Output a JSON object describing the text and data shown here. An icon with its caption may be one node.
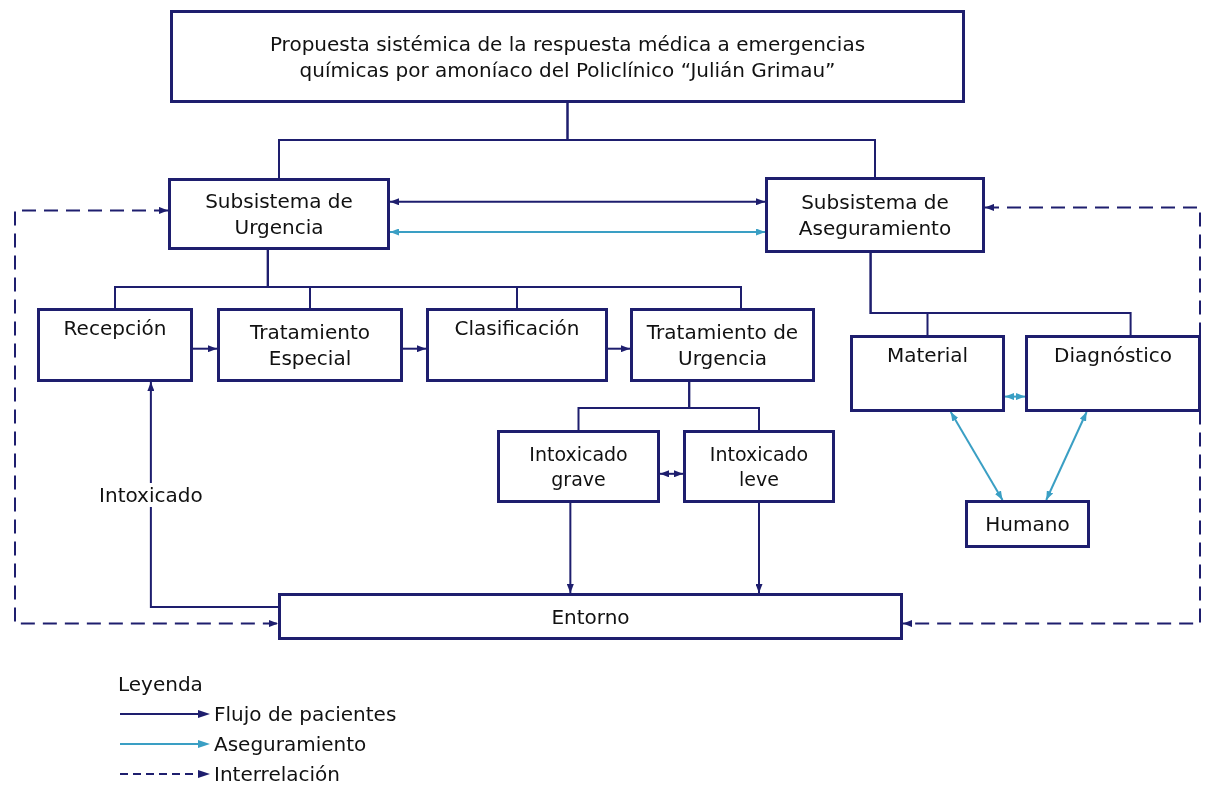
{
  "diagram": {
    "nodes": [
      {
        "text": [
          "Propuesta sistémica de la respuesta médica a emergencias químicas por amoníaco del Policlínico “Julián Grimau”"
        ]
      },
      {
        "text": [
          "Subsistema de Urgencia"
        ]
      },
      {
        "text": [
          "Subsistema de Aseguramiento"
        ]
      },
      {
        "text": [
          "Recepción"
        ]
      },
      {
        "text": [
          "Tratamiento Especial"
        ]
      },
      {
        "text": [
          "Clasificación"
        ]
      },
      {
        "text": [
          "Tratamiento de Urgencia"
        ]
      },
      {
        "text": [
          "Material"
        ]
      },
      {
        "text": [
          "Diagnóstico"
        ]
      },
      {
        "text": [
          "Intoxicado grave"
        ]
      },
      {
        "text": [
          "Intoxicado leve"
        ]
      },
      {
        "text": [
          "Humano"
        ]
      },
      {
        "text": [
          "Entorno"
        ]
      }
    ],
    "edges": [
      {
        "from": 0,
        "to": 1,
        "arrow": "none"
      },
      {
        "from": 0,
        "to": 2,
        "arrow": "none"
      },
      {
        "from": 1,
        "to": 3,
        "arrow": "none"
      },
      {
        "from": 1,
        "to": 4,
        "arrow": "none"
      },
      {
        "from": 1,
        "to": 5,
        "arrow": "none"
      },
      {
        "from": 1,
        "to": 6,
        "arrow": "none"
      },
      {
        "from": 6,
        "to": 9,
        "arrow": "none"
      },
      {
        "from": 6,
        "to": 10,
        "arrow": "none"
      },
      {
        "from": 2,
        "to": 7,
        "arrow": "none"
      },
      {
        "from": 2,
        "to": 8,
        "arrow": "none"
      },
      {
        "from": 1,
        "to": 2,
        "arrow": "both"
      },
      {
        "from": 1,
        "to": 2,
        "arrow": "both",
        "color": "#3a9fc4"
      },
      {
        "from": 3,
        "to": 4,
        "arrow": "to"
      },
      {
        "from": 4,
        "to": 5,
        "arrow": "to"
      },
      {
        "from": 5,
        "to": 6,
        "arrow": "to"
      },
      {
        "from": 9,
        "to": 10,
        "arrow": "both"
      },
      {
        "from": 7,
        "to": 8,
        "arrow": "both",
        "color": "#3a9fc4"
      },
      {
        "from": 7,
        "to": 11,
        "arrow": "both",
        "color": "#3a9fc4"
      },
      {
        "from": 8,
        "to": 11,
        "arrow": "both",
        "color": "#3a9fc4"
      },
      {
        "from": 9,
        "to": 12,
        "arrow": "to"
      },
      {
        "from": 10,
        "to": 12,
        "arrow": "to"
      },
      {
        "from": 12,
        "to": 3,
        "arrow": "to",
        "label": "Intoxicado"
      },
      {
        "from": 1,
        "to": 12,
        "arrow": "both",
        "style": "dashed"
      },
      {
        "from": 2,
        "to": 12,
        "arrow": "both",
        "style": "dashed"
      }
    ],
    "labels": [
      "Leyenda"
    ],
    "legend": [
      {
        "text": "Flujo de pacientes"
      },
      {
        "text": "Aseguramiento"
      },
      {
        "text": "Interrelación"
      }
    ]
  }
}
